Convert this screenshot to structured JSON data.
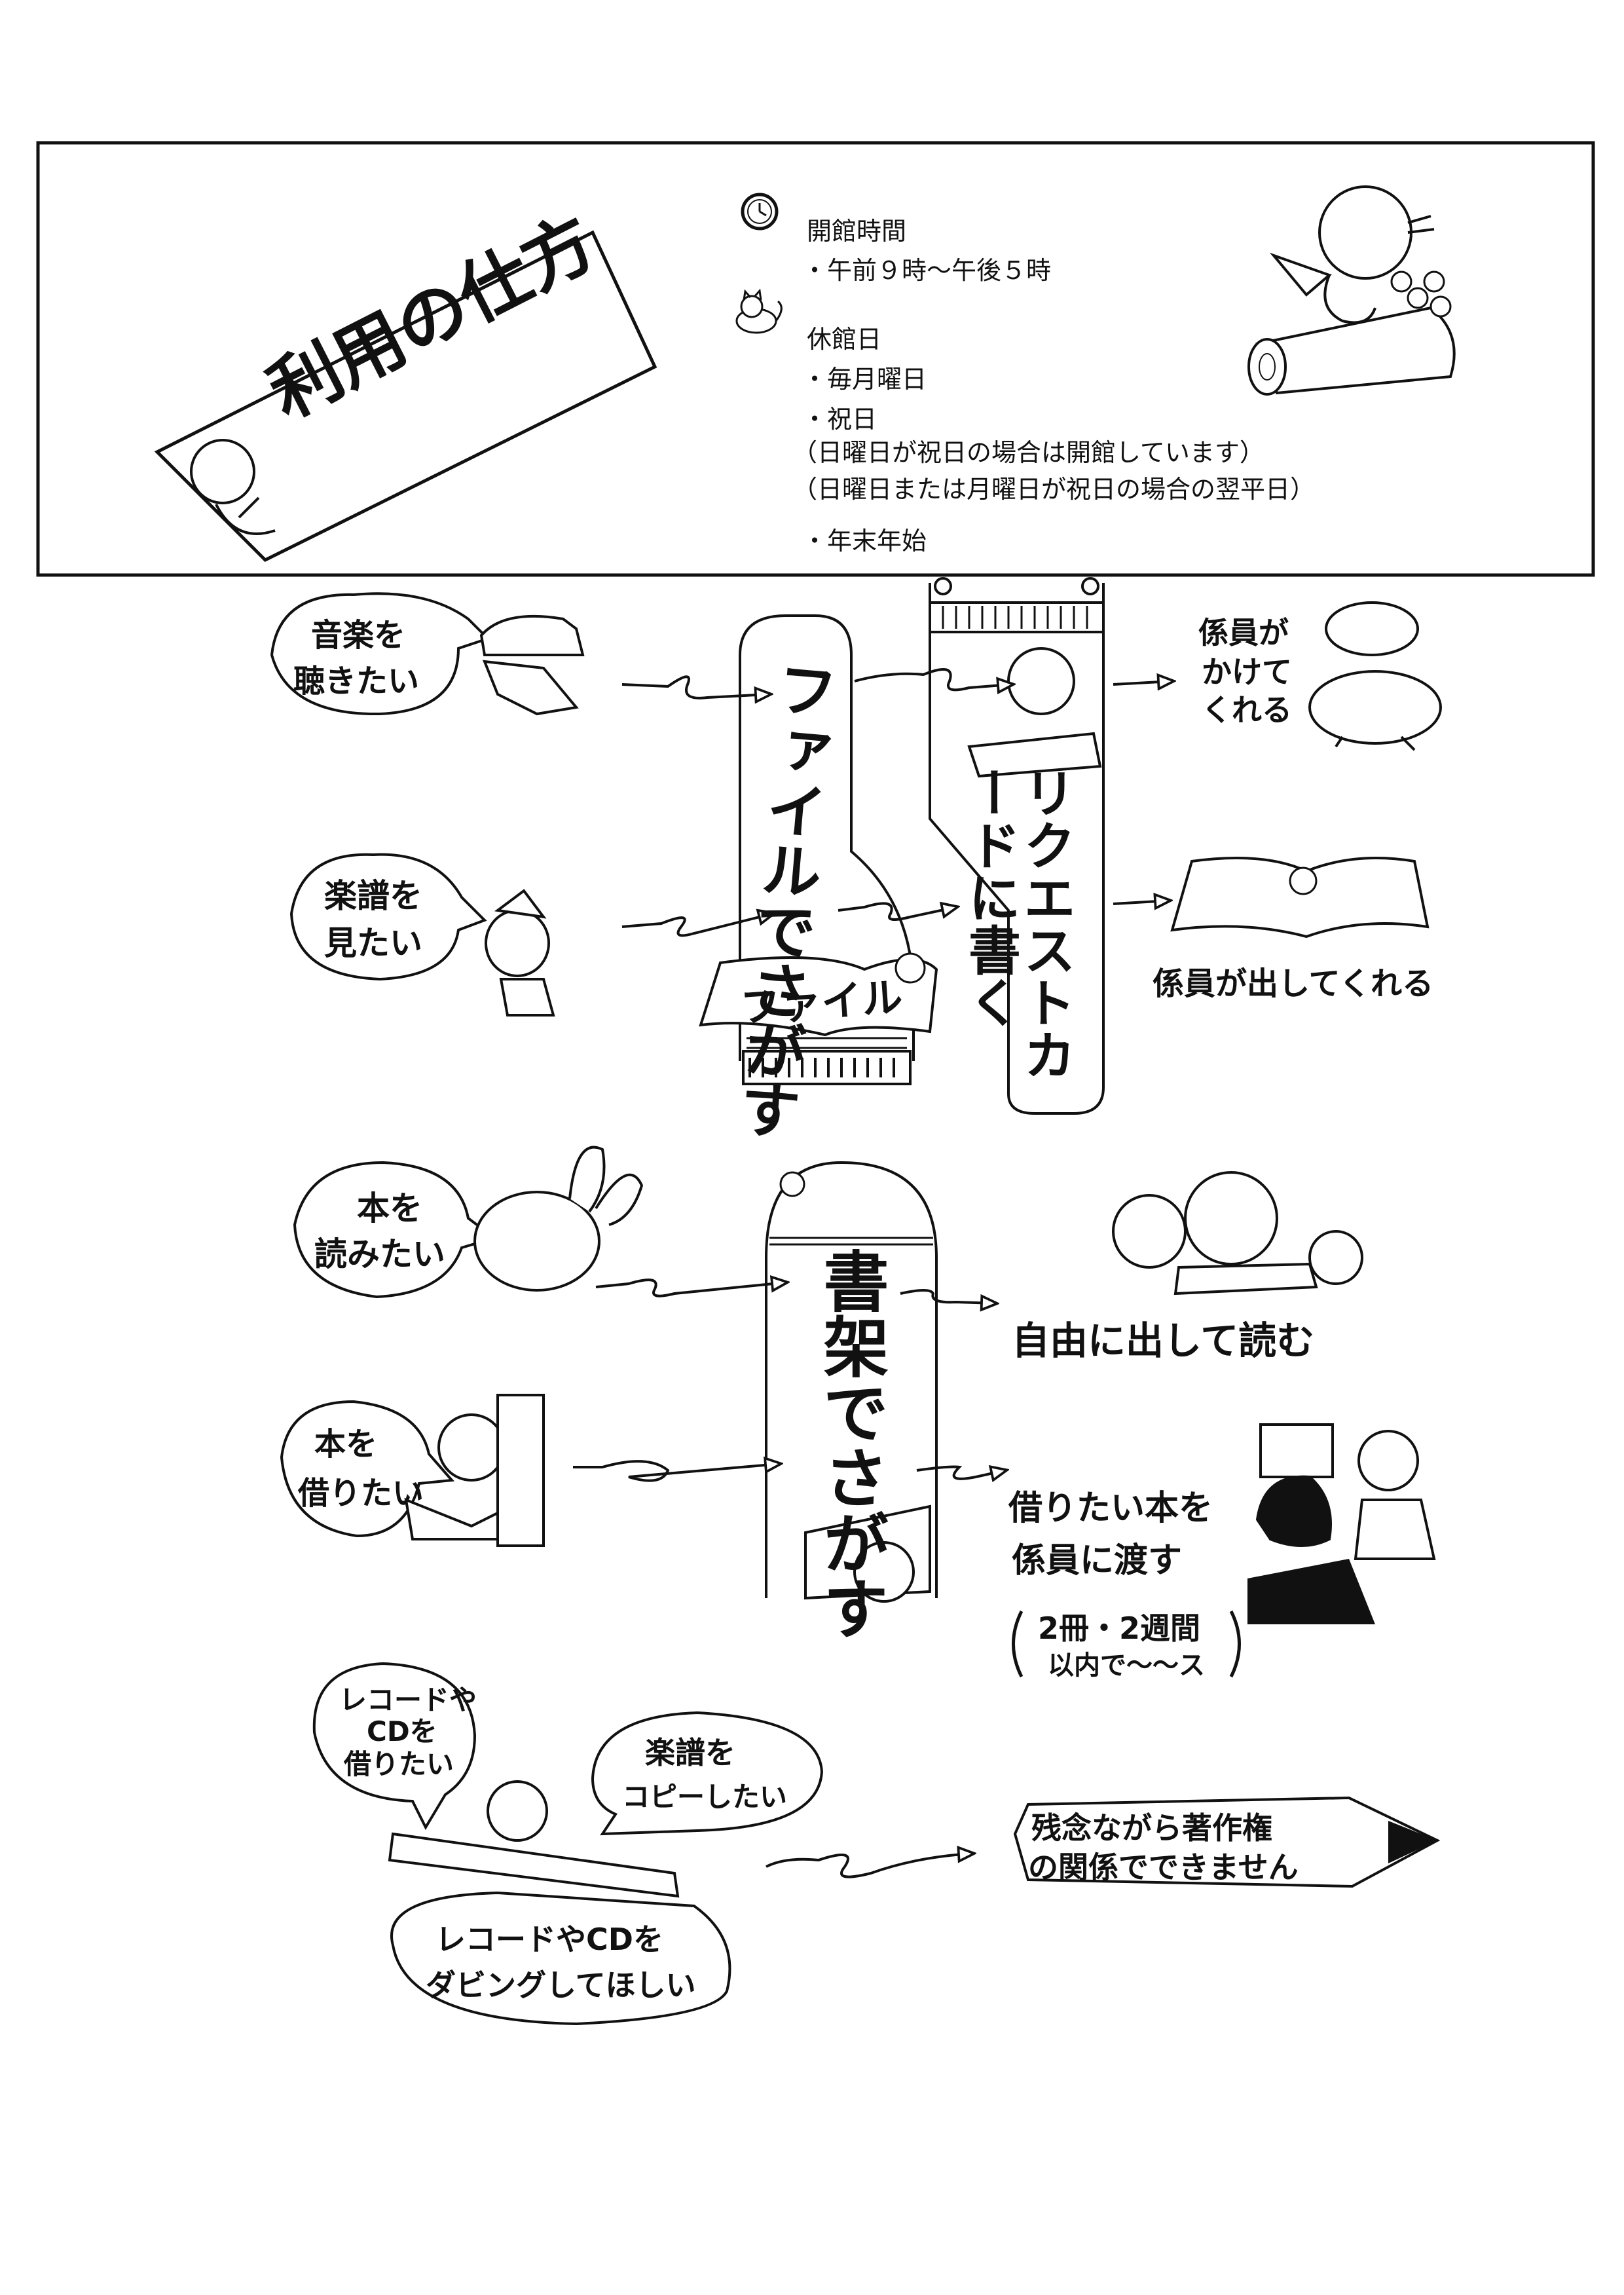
{
  "header": {
    "title": "利用の仕方",
    "hours_label": "開館時間",
    "hours_value": "・午前９時～午後５時",
    "closed_label": "休館日",
    "closed_items": [
      "・毎月曜日",
      "・祝日",
      "（日曜日が祝日の場合は開館しています）",
      "（日曜日または月曜日が祝日の場合の翌平日）",
      "・年末年始"
    ]
  },
  "columns": {
    "file_search": "ファイルでさがす",
    "card_request": "リクエストカードに書く",
    "shelf_search": "書架でさがす",
    "file_book": "ファイル"
  },
  "flows": {
    "listen_music": {
      "bubble": [
        "音楽を",
        "聴きたい"
      ],
      "result": [
        "係員が",
        "かけて",
        "くれる"
      ]
    },
    "see_score": {
      "bubble": [
        "楽譜を",
        "見たい"
      ],
      "result": "係員が出してくれる"
    },
    "read_book": {
      "bubble": [
        "本を",
        "読みたい"
      ],
      "result": "自由に出して読む"
    },
    "borrow_book": {
      "bubble": [
        "本を",
        "借りたい"
      ],
      "result": [
        "借りたい本を",
        "係員に渡す"
      ],
      "note": [
        "2冊・2週間",
        "以内で～～ス"
      ]
    },
    "copyright": {
      "bubble_records": [
        "レコードや",
        "CDを",
        "借りたい"
      ],
      "bubble_copy": [
        "楽譜を",
        "コピーしたい"
      ],
      "bubble_dub": [
        "レコードやCDを",
        "ダビングしてほしい"
      ],
      "result": [
        "残念ながら著作権",
        "の関係でできません"
      ]
    }
  }
}
